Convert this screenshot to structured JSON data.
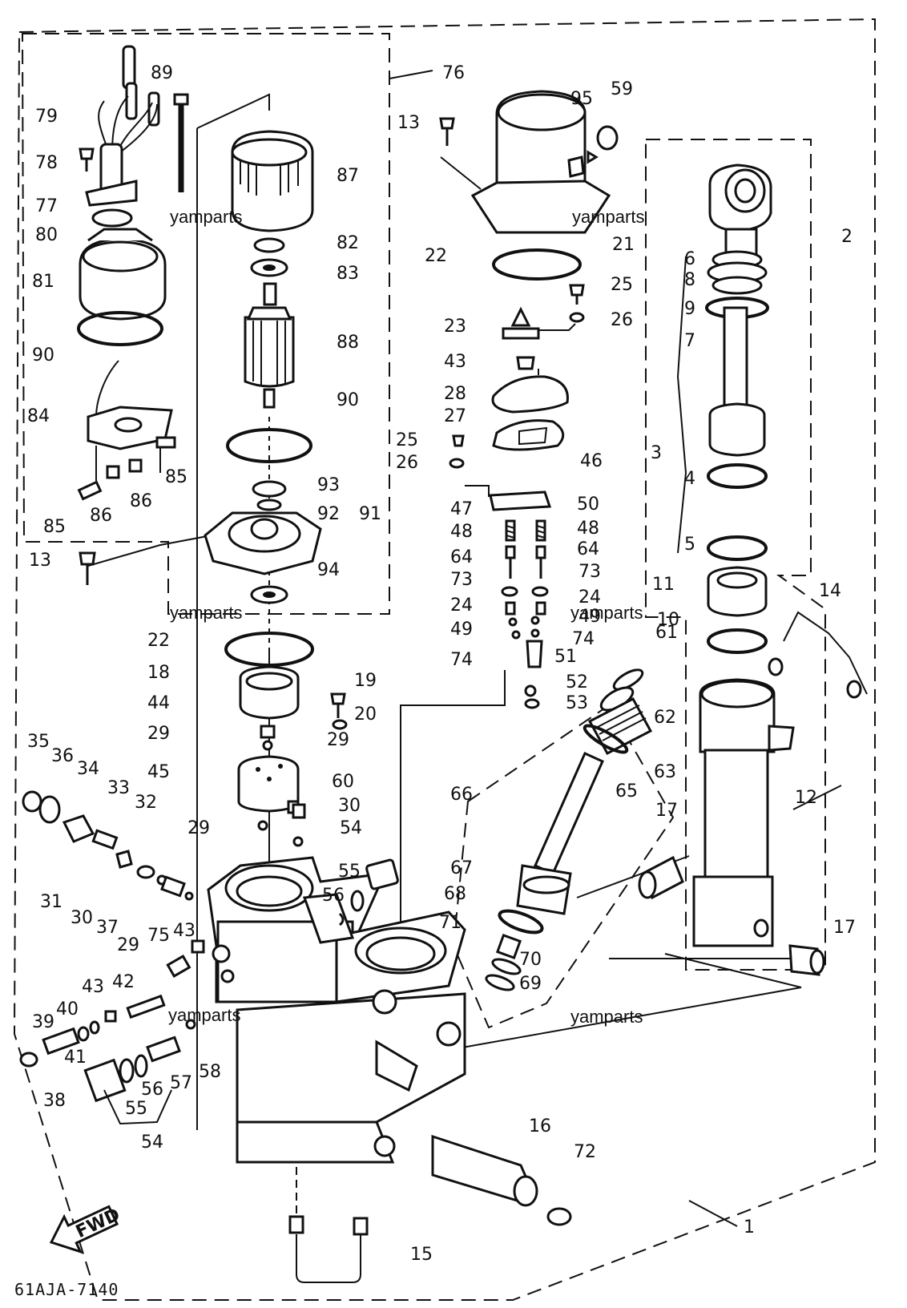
{
  "diagram_code": "61AJA-7140",
  "direction_label": "FWD",
  "watermark": "yamparts",
  "part_numbers": [
    "89",
    "79",
    "78",
    "77",
    "80",
    "81",
    "90",
    "84",
    "85",
    "86",
    "86",
    "85",
    "76",
    "87",
    "82",
    "83",
    "88",
    "90",
    "93",
    "92",
    "91",
    "94",
    "13",
    "22",
    "18",
    "44",
    "29",
    "45",
    "29",
    "19",
    "20",
    "29",
    "60",
    "30",
    "13",
    "95",
    "59",
    "21",
    "22",
    "25",
    "26",
    "23",
    "43",
    "28",
    "27",
    "25",
    "26",
    "46",
    "47",
    "50",
    "48",
    "48",
    "64",
    "64",
    "73",
    "73",
    "24",
    "24",
    "49",
    "49",
    "74",
    "74",
    "51",
    "52",
    "53",
    "6",
    "8",
    "9",
    "7",
    "2",
    "3",
    "4",
    "5",
    "11",
    "10",
    "14",
    "61",
    "62",
    "63",
    "65",
    "66",
    "12",
    "17",
    "17",
    "35",
    "36",
    "34",
    "33",
    "32",
    "31",
    "30",
    "37",
    "29",
    "43",
    "75",
    "42",
    "43",
    "40",
    "39",
    "41",
    "38",
    "54",
    "55",
    "56",
    "57",
    "55",
    "56",
    "54",
    "67",
    "68",
    "71",
    "70",
    "69",
    "58",
    "16",
    "72",
    "1",
    "15"
  ]
}
